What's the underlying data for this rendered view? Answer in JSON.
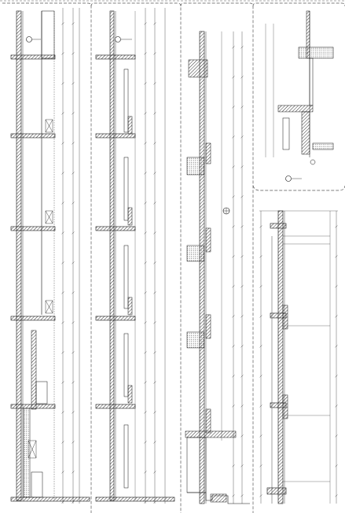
{
  "sheet": {
    "description_free": true,
    "line_color": "#111111",
    "hatch_color": "#333333",
    "panel_border_color": "#555555"
  },
  "panels": [
    {
      "id": "section-1",
      "callout": "①",
      "walls": 1
    },
    {
      "id": "section-2",
      "callout": "②",
      "walls": 1
    },
    {
      "id": "section-3",
      "callout": "",
      "walls": 1
    },
    {
      "id": "detail-4",
      "callout": "④",
      "walls": 1
    },
    {
      "id": "section-5",
      "callout": "",
      "walls": 1
    }
  ],
  "floor_levels": {
    "panel_1": [
      72,
      172,
      290,
      404,
      516,
      636
    ],
    "panel_2": [
      72,
      172,
      290,
      404,
      516,
      636
    ],
    "panel_3": [
      100,
      208,
      320,
      430,
      550
    ],
    "panel_5": [
      286,
      400,
      516,
      628
    ]
  }
}
